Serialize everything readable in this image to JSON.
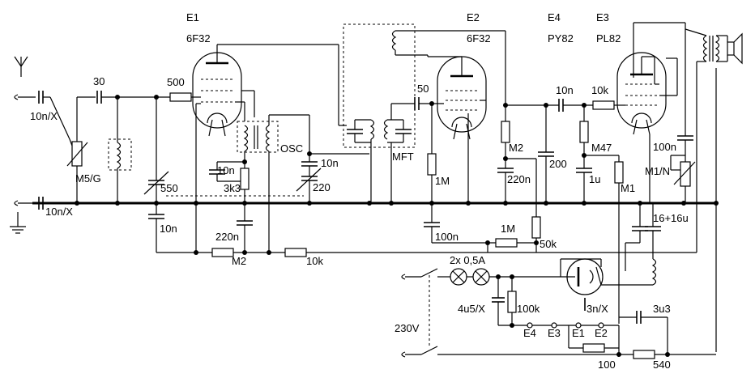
{
  "tubes": [
    {
      "ref": "E1",
      "type": "6F32"
    },
    {
      "ref": "E2",
      "type": "6F32"
    },
    {
      "ref": "E4",
      "type": "PY82"
    },
    {
      "ref": "E3",
      "type": "PL82"
    }
  ],
  "labels": {
    "osc": "OSC",
    "mft": "MFT",
    "mains": "230V",
    "lamps": "2x 0,5A"
  },
  "components": {
    "c_ant1": "10n/X",
    "c_gnd": "10n/X",
    "c_30": "30",
    "pot_m5g": "M5/G",
    "r_500": "500",
    "c_550": "550",
    "c_10n_a": "10n",
    "c_10n_b": "10n",
    "c_10n_c": "10n",
    "r_3k3": "3k3",
    "c_220": "220",
    "c_220n_a": "220n",
    "r_m2_a": "M2",
    "r_10k_a": "10k",
    "c_50": "50",
    "r_1m_a": "1M",
    "c_100n_a": "100n",
    "r_1m_b": "1M",
    "r_m2_b": "M2",
    "c_220n_b": "220n",
    "r_50k": "50k",
    "c_200": "200",
    "c_10n_d": "10n",
    "r_10k_b": "10k",
    "r_m47": "M47",
    "c_1u": "1u",
    "r_m1": "M1",
    "c_100n_b": "100n",
    "pot_m1n": "M1/N",
    "c_16_16u": "16+16u",
    "c_4u5": "4u5/X",
    "r_100k": "100k",
    "c_3nx": "3n/X",
    "c_3u3": "3u3",
    "r_100": "100",
    "r_540": "540",
    "h_e4": "E4",
    "h_e3": "E3",
    "h_e1": "E1",
    "h_e2": "E2"
  }
}
